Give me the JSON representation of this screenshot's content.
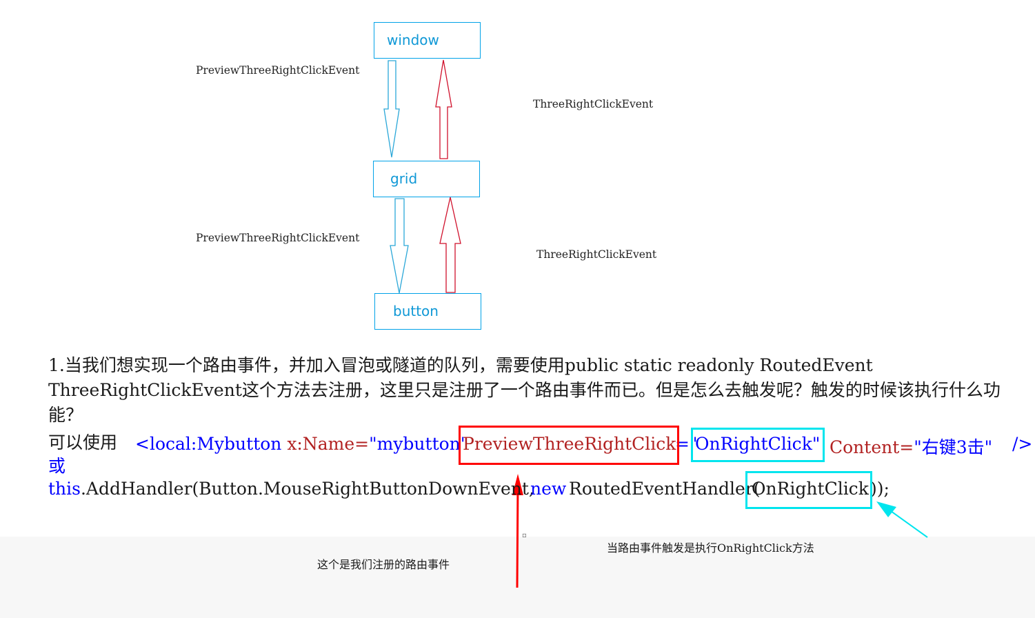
{
  "diagram": {
    "nodes": {
      "window": "window",
      "grid": "grid",
      "button": "button"
    },
    "edge_labels": {
      "preview_top": "PreviewThreeRightClickEvent",
      "bubble_top": "ThreeRightClickEvent",
      "preview_bottom": "PreviewThreeRightClickEvent",
      "bubble_bottom": "ThreeRightClickEvent"
    },
    "colors": {
      "tunnel_arrow": "#2aa7d8",
      "bubble_arrow": "#d0102b",
      "node_border": "#00a2e8"
    }
  },
  "text": {
    "paragraph": "1.当我们想实现一个路由事件，并加入冒泡或隧道的队列，需要使用public static readonly RoutedEvent ThreeRightClickEvent这个方法去注册，这里只是注册了一个路由事件而已。但是怎么去触发呢？触发的时候该执行什么功能？",
    "use_prefix": "可以使用",
    "or": "或",
    "xaml": {
      "open": "<local:Mybutton",
      "name_attr": " x:Name=",
      "name_val": "\"mybutton\"",
      "event_attr": "PreviewThreeRightClick",
      "eq": "=\"",
      "handler": "OnRightClick\"",
      "content_attr": "Content=",
      "content_val": "\"右键3击\"",
      "close": "/>"
    },
    "csharp": {
      "this": "this",
      "call": ".AddHandler(Button.MouseRightButtonDownEvent,",
      "new": "new",
      "type": "RoutedEventHandler(",
      "handler": "OnRightClick",
      "end": "));"
    },
    "annotation_registered": "这个是我们注册的路由事件",
    "annotation_handler": "当路由事件触发是执行OnRightClick方法",
    "dot": "▫"
  }
}
